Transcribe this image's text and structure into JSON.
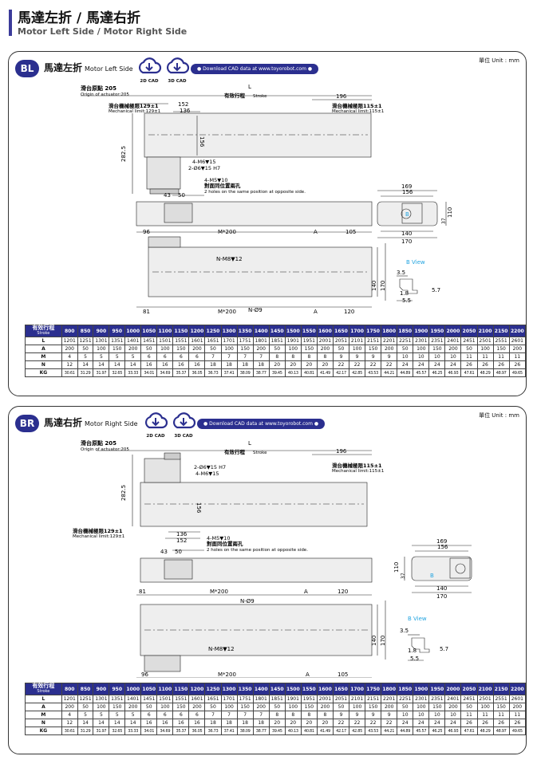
{
  "header": {
    "title": "馬達左折 / 馬達右折",
    "subtitle": "Motor Left Side / Motor Right Side"
  },
  "unit_label": "單位 Unit : mm",
  "download_label": "Download CAD data at www.toyorobot.com",
  "cad": {
    "c2d": "2D CAD",
    "c3d": "3D CAD"
  },
  "sections": [
    {
      "badge": "BL",
      "title_zh": "馬達左折",
      "title_en": "Motor Left Side",
      "labels": {
        "origin_zh": "滑台原點 205",
        "origin_en": "Origin of actuator:205",
        "stroke_zh": "有效行程",
        "stroke_en": "Stroke",
        "L": "L",
        "d196": "196",
        "mech_left_zh": "滑台機械極限129±1",
        "mech_left_en": "Mechanical limit:129±1",
        "mech_right_zh": "滑台機械極限115±1",
        "mech_right_en": "Mechanical limit:115±1",
        "d152": "152",
        "d136": "136",
        "d156": "156",
        "d2825": "282.5",
        "m6": "4-M6▼15",
        "phi6": "2-Ø6▼15 H7",
        "m5": "4-M5▼10",
        "holes_zh": "對面同位置兩孔",
        "holes_en": "2 holes on the same position at opposite side.",
        "d43": "43",
        "d50": "50",
        "d169": "169",
        "d156b": "156",
        "d110": "110",
        "d37": "37",
        "d140": "140",
        "d170": "170",
        "d96": "96",
        "m200": "M*200",
        "A": "A",
        "d105": "105",
        "m8": "N-M8▼12",
        "d81": "81",
        "phi9": "N-Ø9",
        "d120": "120",
        "bview": "B View",
        "d35": "3.5",
        "d18": "1.8",
        "d55": "5.5",
        "d57": "5.7",
        "B": "B"
      }
    },
    {
      "badge": "BR",
      "title_zh": "馬達右折",
      "title_en": "Motor Right Side",
      "labels": {
        "origin_zh": "滑台原點 205",
        "origin_en": "Origin of actuator:205",
        "stroke_zh": "有效行程",
        "stroke_en": "Stroke",
        "L": "L",
        "d196": "196",
        "mech_left_zh": "滑台機械極限129±1",
        "mech_left_en": "Mechanical limit:129±1",
        "mech_right_zh": "滑台機械極限115±1",
        "mech_right_en": "Mechanical limit:115±1",
        "d152": "152",
        "d136": "136",
        "d156": "156",
        "d2825": "282.5",
        "m6": "4-M6▼15",
        "phi6": "2-Ø6▼15 H7",
        "m5": "4-M5▼10",
        "holes_zh": "對面同位置兩孔",
        "holes_en": "2 holes on the same position at opposite side.",
        "d43": "43",
        "d50": "50",
        "d169": "169",
        "d156b": "156",
        "d110": "110",
        "d37": "37",
        "d140": "140",
        "d170": "170",
        "d96": "96",
        "m200": "M*200",
        "A": "A",
        "d105": "105",
        "m8": "N-M8▼12",
        "d81": "81",
        "phi9": "N-Ø9",
        "d120": "120",
        "bview": "B View",
        "d35": "3.5",
        "d18": "1.8",
        "d55": "5.5",
        "d57": "5.7",
        "B": "B"
      }
    }
  ],
  "table": {
    "head_zh": "有效行程",
    "head_en": "Stroke",
    "strokes": [
      "800",
      "850",
      "900",
      "950",
      "1000",
      "1050",
      "1100",
      "1150",
      "1200",
      "1250",
      "1300",
      "1350",
      "1400",
      "1450",
      "1500",
      "1550",
      "1600",
      "1650",
      "1700",
      "1750",
      "1800",
      "1850",
      "1900",
      "1950",
      "2000",
      "2050",
      "2100",
      "2150",
      "2200"
    ],
    "rows": [
      {
        "label": "L",
        "values": [
          "1201",
          "1251",
          "1301",
          "1351",
          "1401",
          "1451",
          "1501",
          "1551",
          "1601",
          "1651",
          "1701",
          "1751",
          "1801",
          "1851",
          "1901",
          "1951",
          "2001",
          "2051",
          "2101",
          "2151",
          "2201",
          "2251",
          "2301",
          "2351",
          "2401",
          "2451",
          "2501",
          "2551",
          "2601"
        ]
      },
      {
        "label": "A",
        "values": [
          "200",
          "50",
          "100",
          "150",
          "200",
          "50",
          "100",
          "150",
          "200",
          "50",
          "100",
          "150",
          "200",
          "50",
          "100",
          "150",
          "200",
          "50",
          "100",
          "150",
          "200",
          "50",
          "100",
          "150",
          "200",
          "50",
          "100",
          "150",
          "200"
        ]
      },
      {
        "label": "M",
        "values": [
          "4",
          "5",
          "5",
          "5",
          "5",
          "6",
          "6",
          "6",
          "6",
          "7",
          "7",
          "7",
          "7",
          "8",
          "8",
          "8",
          "8",
          "9",
          "9",
          "9",
          "9",
          "10",
          "10",
          "10",
          "10",
          "11",
          "11",
          "11",
          "11"
        ]
      },
      {
        "label": "N",
        "values": [
          "12",
          "14",
          "14",
          "14",
          "14",
          "16",
          "16",
          "16",
          "16",
          "18",
          "18",
          "18",
          "18",
          "20",
          "20",
          "20",
          "20",
          "22",
          "22",
          "22",
          "22",
          "24",
          "24",
          "24",
          "24",
          "26",
          "26",
          "26",
          "26"
        ]
      },
      {
        "label": "KG",
        "values": [
          "30.61",
          "31.29",
          "31.97",
          "32.65",
          "33.33",
          "34.01",
          "34.69",
          "35.37",
          "36.05",
          "36.73",
          "37.41",
          "38.09",
          "38.77",
          "39.45",
          "40.13",
          "40.81",
          "41.49",
          "42.17",
          "42.85",
          "43.53",
          "44.21",
          "44.89",
          "45.57",
          "46.25",
          "46.93",
          "47.61",
          "48.29",
          "48.97",
          "49.65"
        ]
      }
    ]
  }
}
